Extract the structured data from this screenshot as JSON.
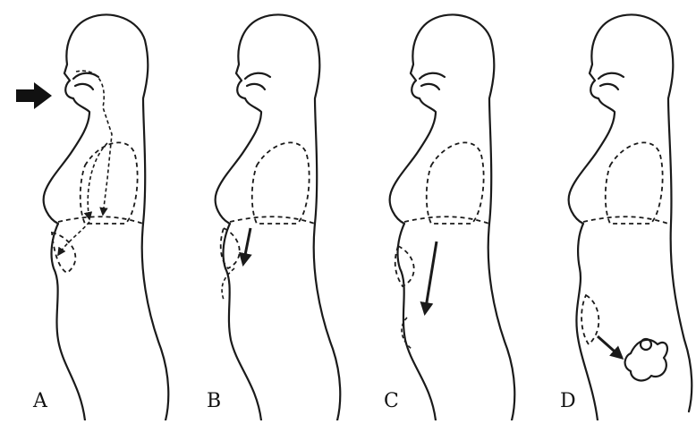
{
  "panels": [
    {
      "id": "A",
      "label": "A"
    },
    {
      "id": "B",
      "label": "B"
    },
    {
      "id": "C",
      "label": "C"
    },
    {
      "id": "D",
      "label": "D"
    }
  ],
  "icons": {
    "entry_arrow": "black-block-arrow-icon"
  },
  "colors": {
    "ink": "#1a1a1a",
    "paper": "#ffffff"
  }
}
